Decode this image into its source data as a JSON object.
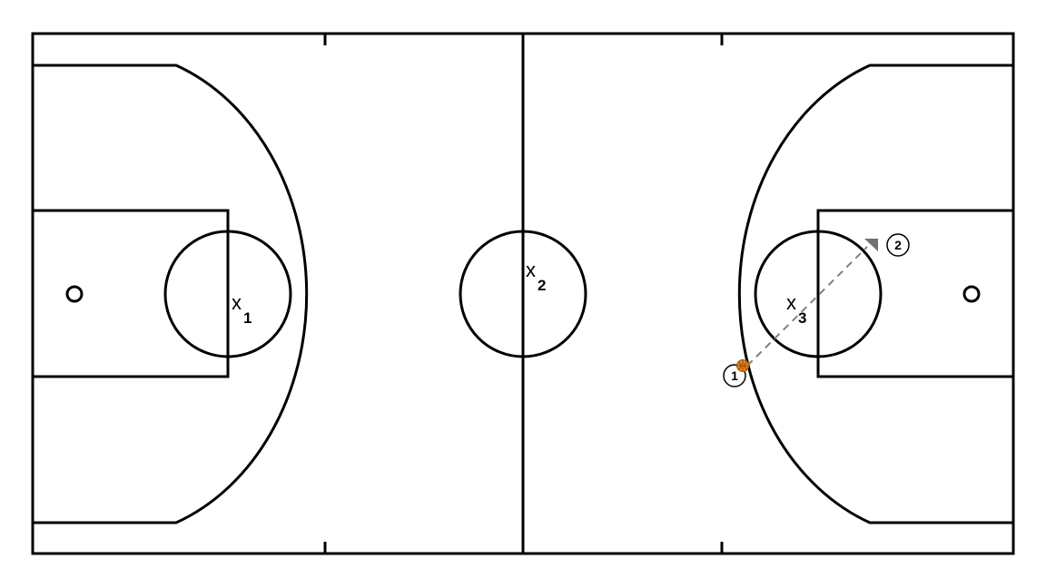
{
  "defenders": [
    {
      "id": "x1",
      "main": "x",
      "sub": "1"
    },
    {
      "id": "x2",
      "main": "x",
      "sub": "2"
    },
    {
      "id": "x3",
      "main": "x",
      "sub": "3"
    }
  ],
  "offense": [
    {
      "id": "o1",
      "label": "1",
      "has_ball": true
    },
    {
      "id": "o2",
      "label": "2",
      "has_ball": false
    }
  ],
  "colors": {
    "court_line": "#000000",
    "court_fill": "#ffffff",
    "pass_line": "#808080",
    "ball": "#e8861a"
  },
  "pass": {
    "from": "o1",
    "to": "o2",
    "style": "dashed"
  }
}
